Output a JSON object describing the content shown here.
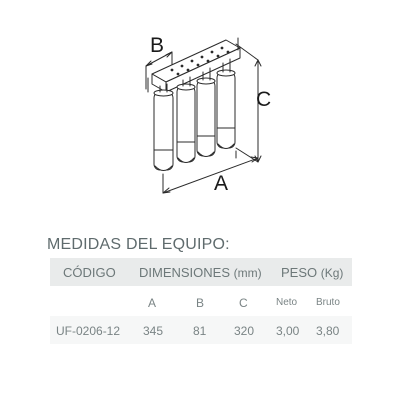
{
  "drawing": {
    "dimension_labels": {
      "a": "A",
      "b": "B",
      "c": "C"
    },
    "line_color": "#2b2b2b",
    "housing_fill": "#ffffff"
  },
  "section_title": "MEDIDAS DEL EQUIPO:",
  "table": {
    "headers": {
      "codigo": "CÓDIGO",
      "dimensiones": "DIMENSIONES",
      "dimensiones_unit": "(mm)",
      "peso": "PESO",
      "peso_unit": "(Kg)"
    },
    "subheaders": {
      "a": "A",
      "b": "B",
      "c": "C",
      "neto": "Neto",
      "bruto": "Bruto"
    },
    "rows": [
      {
        "codigo": "UF-0206-12",
        "a": "345",
        "b": "81",
        "c": "320",
        "neto": "3,00",
        "bruto": "3,80"
      }
    ],
    "colors": {
      "header_band": "#e9ebeb",
      "data_band": "#f6f7f7",
      "text": "#6d7879"
    }
  }
}
